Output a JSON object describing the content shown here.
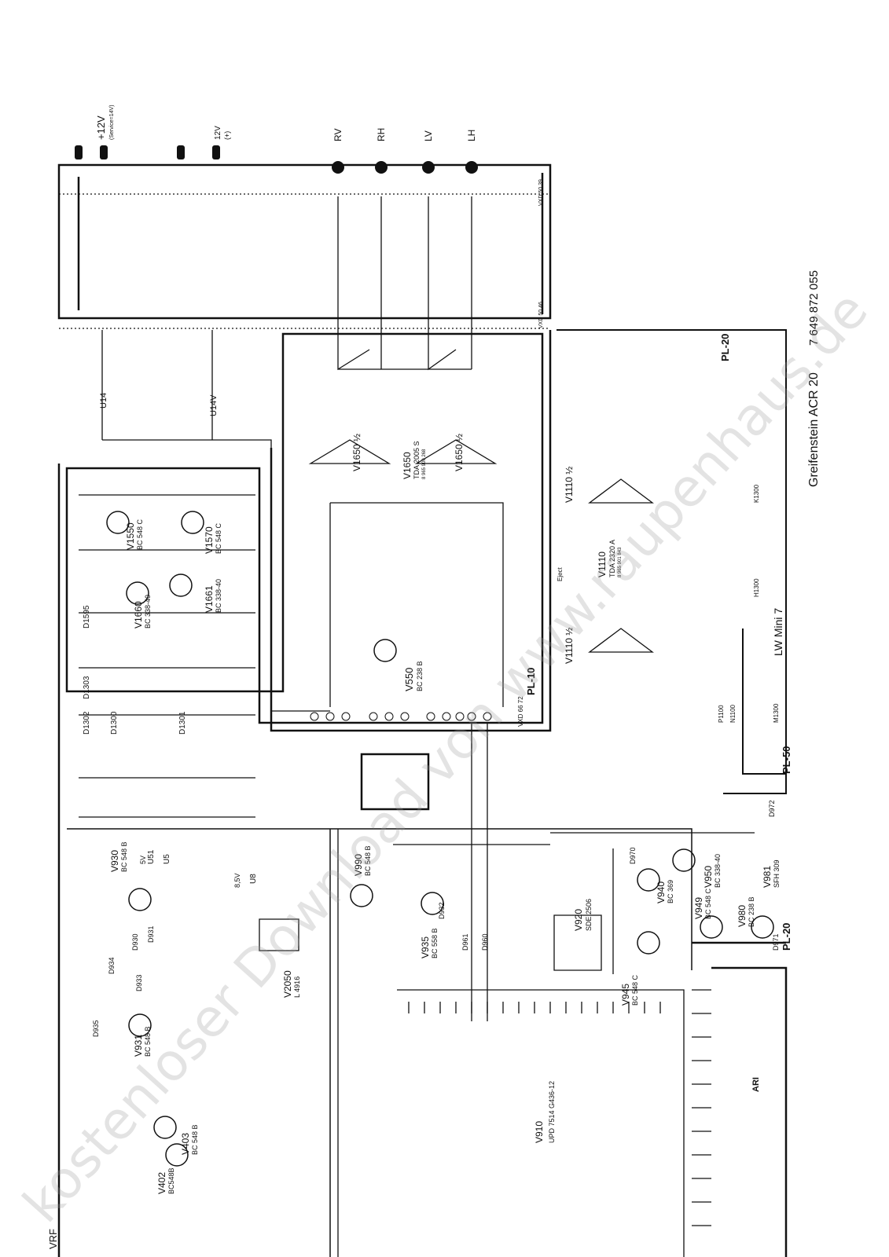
{
  "watermark": "kostenloser Download von www.raupenhaus.de",
  "title": "Greifenstein ACR 20",
  "part_number": "7 649 872 055",
  "tags": {
    "pl10": "PL-10",
    "pl20_a": "PL-20",
    "pl20_b": "PL-20",
    "pl50": "PL-50",
    "lw_mini7": "LW Mini 7",
    "vrf": "VRF",
    "u14": "U14",
    "u14v": "U14V",
    "vxd5039": "VXD 50 39",
    "vxd5046": "VXD 50 46",
    "vxd6672": "VXD 66 72",
    "plus12v": "+12V",
    "service14v": "(Service=14V)",
    "v12": "12V",
    "v12b": "(+)",
    "rv": "RV",
    "rh": "RH",
    "lv": "LV",
    "lh": "LH"
  },
  "components": {
    "v1650_a": "V1650 ½",
    "v1650_b": "V1650 ½",
    "v1650": "V1650",
    "v1650_type": "TDA 2005 S",
    "v1650_code": "8 965 900 268",
    "v1110_a": "V1110 ½",
    "v1110_b": "V1110 ½",
    "v1110": "V1110",
    "v1110_type": "TDA 2320 A",
    "v1110_code": "8 965 901 843",
    "v1550": "V1550",
    "v1550_type": "BC 548 C",
    "v1570": "V1570",
    "v1570_type": "BC 548 C",
    "v1660": "V1660",
    "v1660_type": "BC 338-40",
    "v1661": "V1661",
    "v1661_type": "BC 338-40",
    "v550": "V550",
    "v550_type": "BC 238 B",
    "d1303": "D1303",
    "d1302": "D1302",
    "d1301": "D1301",
    "d1300": "D1300",
    "d1595": "D1595",
    "v930": "V930",
    "v930_type": "BC 548 B",
    "v931": "V931",
    "v931_type": "BC 548 B",
    "v990": "V990",
    "v990_type": "BC 548 B",
    "v935": "V935",
    "v935_type": "BC 558 B",
    "v920": "V920",
    "v920_type": "SDE 2506",
    "v940": "V940",
    "v940_type": "BC 369",
    "v945": "V945",
    "v945_type": "BC 548 C",
    "v949": "V949",
    "v949_type": "BC 548 C",
    "v950": "V950",
    "v950_type": "BC 338-40",
    "v980": "V980",
    "v980_type": "BC 238 B",
    "v981": "V981",
    "v981_type": "SFH 309",
    "v2050": "V2050",
    "v2050_type": "L 4916",
    "v402": "V402",
    "v402_type": "BC548B",
    "v403": "V403",
    "v403_type": "BC 548 B",
    "v910": "V910",
    "v910_type": "UPD 7514 G436-12",
    "d930": "D930",
    "d931": "D931",
    "d932": "D932",
    "d933": "D933",
    "d934": "D934",
    "d935": "D935",
    "d960": "D960",
    "d961": "D961",
    "d970": "D970",
    "d971": "D971",
    "d972": "D972",
    "u51": "U51",
    "u5": "U5",
    "u8": "U8",
    "v5": "5V",
    "v85": "8,5V",
    "h1300": "H1300",
    "k1300": "K1300",
    "p1100": "P1100",
    "n1100": "N1100",
    "m1300": "M1300",
    "eject": "Eject",
    "ari": "ARI"
  },
  "colors": {
    "ink": "#111111",
    "watermark": "#9a9a9a"
  }
}
